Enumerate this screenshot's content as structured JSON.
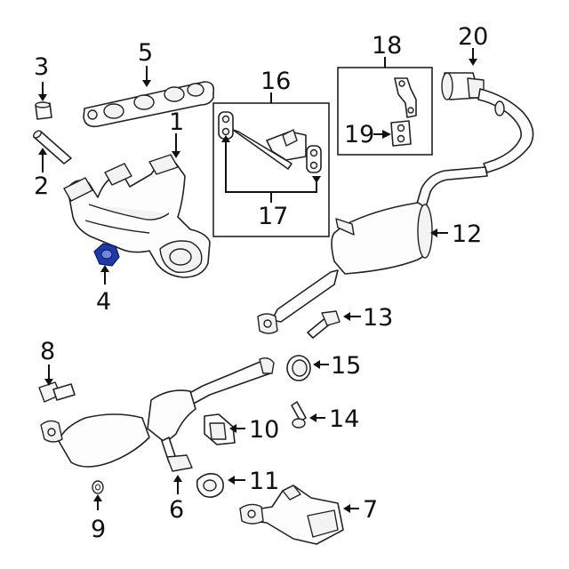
{
  "diagram": {
    "highlight_color": "#1f3aa8",
    "callouts": [
      "1",
      "2",
      "3",
      "4",
      "5",
      "6",
      "7",
      "8",
      "9",
      "10",
      "11",
      "12",
      "13",
      "14",
      "15",
      "16",
      "17",
      "18",
      "19",
      "20"
    ],
    "parts": {
      "exhaust_manifold": "1",
      "exhaust_pipe_tube": "2",
      "sleeve": "3",
      "highlighted_nut": "4",
      "manifold_gasket": "5",
      "clamp_bracket": "6",
      "catalytic_converter_right": "7",
      "oxygen_sensor": "8",
      "small_nut": "9",
      "hanger_insulator": "10",
      "flange_gasket": "11",
      "muffler": "12",
      "bolt": "13",
      "stud": "14",
      "seal_ring": "15",
      "hanger_bracket_kit": "16",
      "hanger_insulators": "17",
      "tailpipe_hanger_kit": "18",
      "hanger_rubber": "19",
      "tailpipe_extension": "20"
    }
  }
}
